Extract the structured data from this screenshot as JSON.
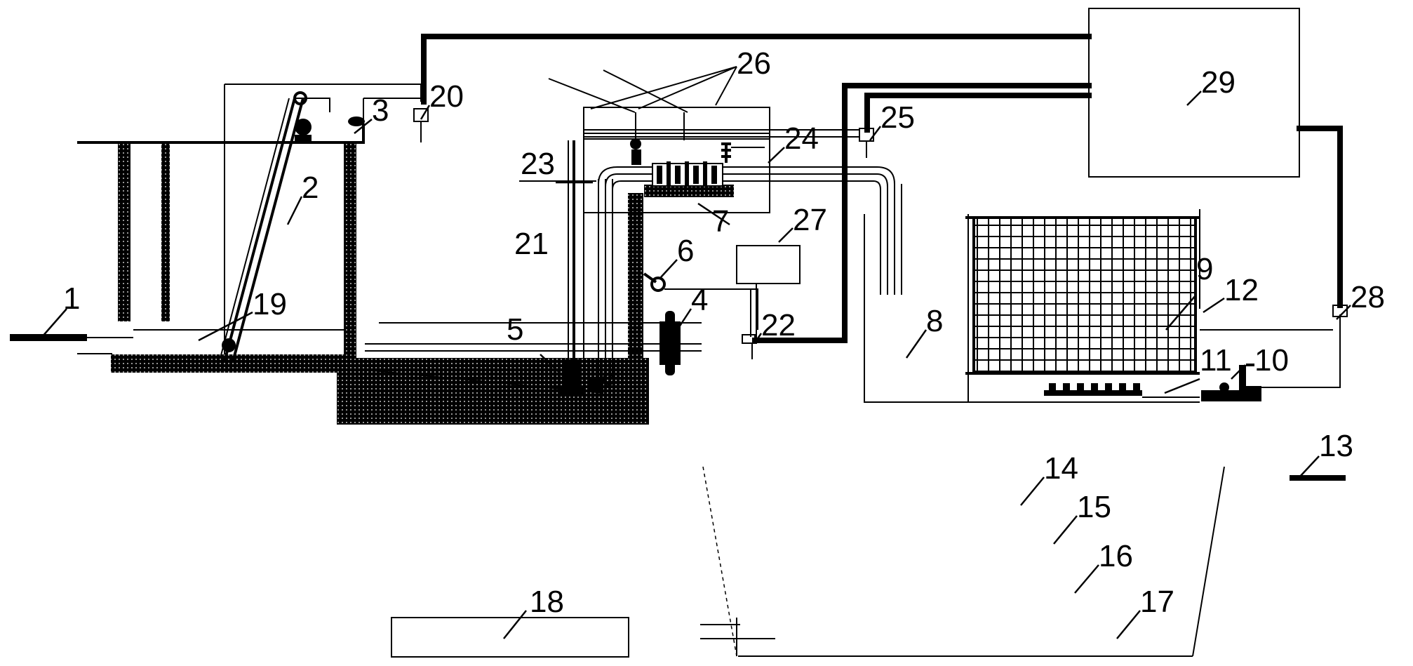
{
  "labels": {
    "l1": "1",
    "l2": "2",
    "l3": "3",
    "l4": "4",
    "l5": "5",
    "l6": "6",
    "l7": "7",
    "l8": "8",
    "l9": "9",
    "l10": "10",
    "l11": "11",
    "l12": "12",
    "l13": "13",
    "l14": "14",
    "l15": "15",
    "l16": "16",
    "l17": "17",
    "l18": "18",
    "l19": "19",
    "l20": "20",
    "l21": "21",
    "l22": "22",
    "l23": "23",
    "l24": "24",
    "l25": "25",
    "l26": "26",
    "l27": "27",
    "l28": "28",
    "l29": "29"
  },
  "colors": {
    "ink": "#000000",
    "paper": "#ffffff"
  }
}
